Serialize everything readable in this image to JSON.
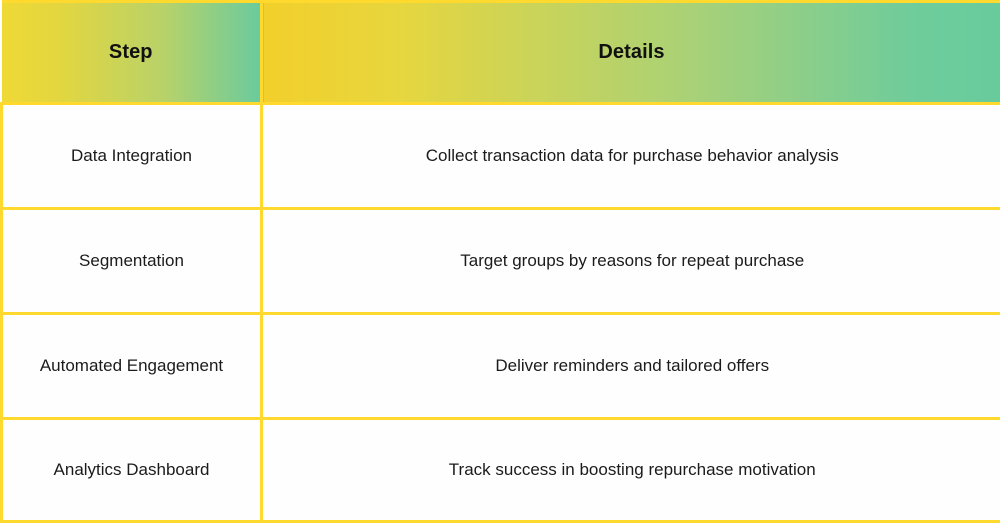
{
  "table": {
    "columns": [
      {
        "key": "step",
        "label": "Step"
      },
      {
        "key": "details",
        "label": "Details"
      }
    ],
    "rows": [
      {
        "step": "Data Integration",
        "details": "Collect transaction data for purchase behavior analysis"
      },
      {
        "step": "Segmentation",
        "details": "Target groups by reasons for repeat purchase"
      },
      {
        "step": "Automated Engagement",
        "details": "Deliver reminders and tailored offers"
      },
      {
        "step": "Analytics Dashboard",
        "details": "Track success in boosting repurchase motivation"
      }
    ]
  },
  "colors": {
    "border": "#FFD92E",
    "header_gradient_start": "#EFD936",
    "header_gradient_end": "#68CB9C",
    "header_text": "#111111",
    "body_text": "#1b1b1b",
    "body_background": "#FEFEFE"
  }
}
